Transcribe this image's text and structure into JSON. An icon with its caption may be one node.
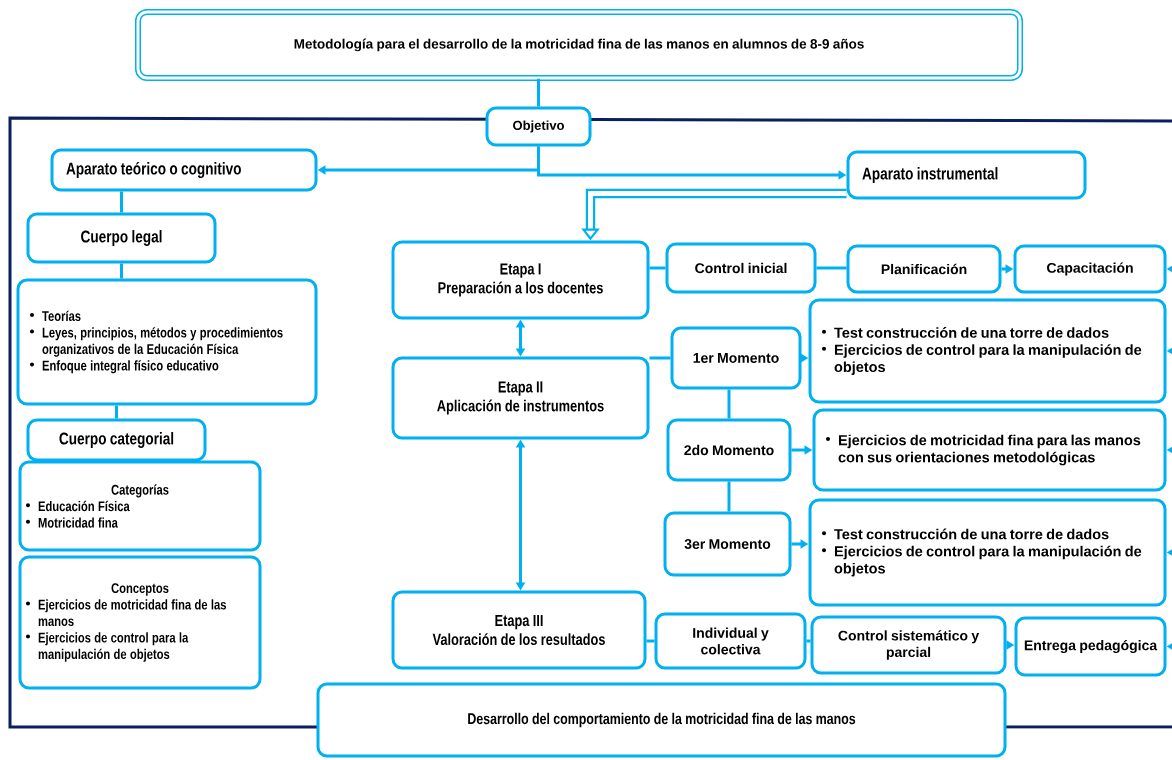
{
  "diagram": {
    "nodes": [
      {
        "text": [
          "Metodología para el desarrollo de la motricidad fina de las manos en alumnos de 8-9 años"
        ]
      },
      {
        "text": [
          "Objetivo"
        ]
      },
      {
        "text": [
          "Aparato teórico o cognitivo"
        ]
      },
      {
        "text": [
          "Aparato instrumental"
        ]
      },
      {
        "text": [
          "Cuerpo legal"
        ]
      },
      {
        "text": [
          "Teorías",
          "Leyes, principios, métodos y procedimientos organizativos de la Educación Física",
          "Enfoque integral físico educativo"
        ]
      },
      {
        "text": [
          "Cuerpo categorial"
        ]
      },
      {
        "text": [
          "Categorías",
          "Educación Física",
          "Motricidad fina"
        ]
      },
      {
        "text": [
          "Conceptos",
          "Ejercicios de motricidad fina de las manos",
          "Ejercicios de control para la manipulación de objetos"
        ]
      },
      {
        "text": [
          "Etapa I",
          "Preparación a los docentes"
        ]
      },
      {
        "text": [
          "Control inicial"
        ]
      },
      {
        "text": [
          "Planificación"
        ]
      },
      {
        "text": [
          "Capacitación"
        ]
      },
      {
        "text": [
          "1er Momento"
        ]
      },
      {
        "text": [
          "Test construcción de una torre de dados",
          "Ejercicios de control para la manipulación de objetos"
        ]
      },
      {
        "text": [
          "Etapa II",
          "Aplicación de instrumentos"
        ]
      },
      {
        "text": [
          "2do Momento"
        ]
      },
      {
        "text": [
          "Ejercicios de motricidad fina para las manos con sus orientaciones metodológicas"
        ]
      },
      {
        "text": [
          "3er Momento"
        ]
      },
      {
        "text": [
          "Test construcción de una torre de dados",
          "Ejercicios de control para la manipulación de objetos"
        ]
      },
      {
        "text": [
          "Etapa III",
          "Valoración de los resultados"
        ]
      },
      {
        "text": [
          "Individual y colectiva"
        ]
      },
      {
        "text": [
          "Control sistemático y parcial"
        ]
      },
      {
        "text": [
          "Entrega pedagógica"
        ]
      },
      {
        "text": [
          "Desarrollo del comportamiento de la motricidad fina de las manos"
        ]
      }
    ],
    "edges": [
      {
        "from": 0,
        "to": 1,
        "arrow": "none"
      },
      {
        "from": 1,
        "to": 2,
        "arrow": "to"
      },
      {
        "from": 1,
        "to": 3,
        "arrow": "to"
      },
      {
        "from": 3,
        "to": 9,
        "arrow": "to",
        "style": "thick"
      },
      {
        "from": 2,
        "to": 4,
        "arrow": "none"
      },
      {
        "from": 4,
        "to": 5,
        "arrow": "none"
      },
      {
        "from": 5,
        "to": 6,
        "arrow": "none"
      },
      {
        "from": 9,
        "to": 15,
        "arrow": "both"
      },
      {
        "from": 15,
        "to": 20,
        "arrow": "both"
      },
      {
        "from": 9,
        "to": 10,
        "arrow": "none"
      },
      {
        "from": 10,
        "to": 11,
        "arrow": "none"
      },
      {
        "from": 11,
        "to": 12,
        "arrow": "to"
      },
      {
        "from": 15,
        "to": 13,
        "arrow": "none"
      },
      {
        "from": 13,
        "to": 14,
        "arrow": "to"
      },
      {
        "from": 13,
        "to": 16,
        "arrow": "none"
      },
      {
        "from": 16,
        "to": 17,
        "arrow": "to"
      },
      {
        "from": 16,
        "to": 18,
        "arrow": "none"
      },
      {
        "from": 18,
        "to": 19,
        "arrow": "to"
      },
      {
        "from": 20,
        "to": 21,
        "arrow": "none"
      },
      {
        "from": 21,
        "to": 22,
        "arrow": "none"
      },
      {
        "from": 22,
        "to": 23,
        "arrow": "to"
      },
      {
        "from": null,
        "to": 12,
        "arrow": "to"
      },
      {
        "from": null,
        "to": 14,
        "arrow": "to"
      },
      {
        "from": null,
        "to": 17,
        "arrow": "to"
      },
      {
        "from": null,
        "to": 19,
        "arrow": "to"
      },
      {
        "from": null,
        "to": 23,
        "arrow": "to"
      }
    ]
  }
}
